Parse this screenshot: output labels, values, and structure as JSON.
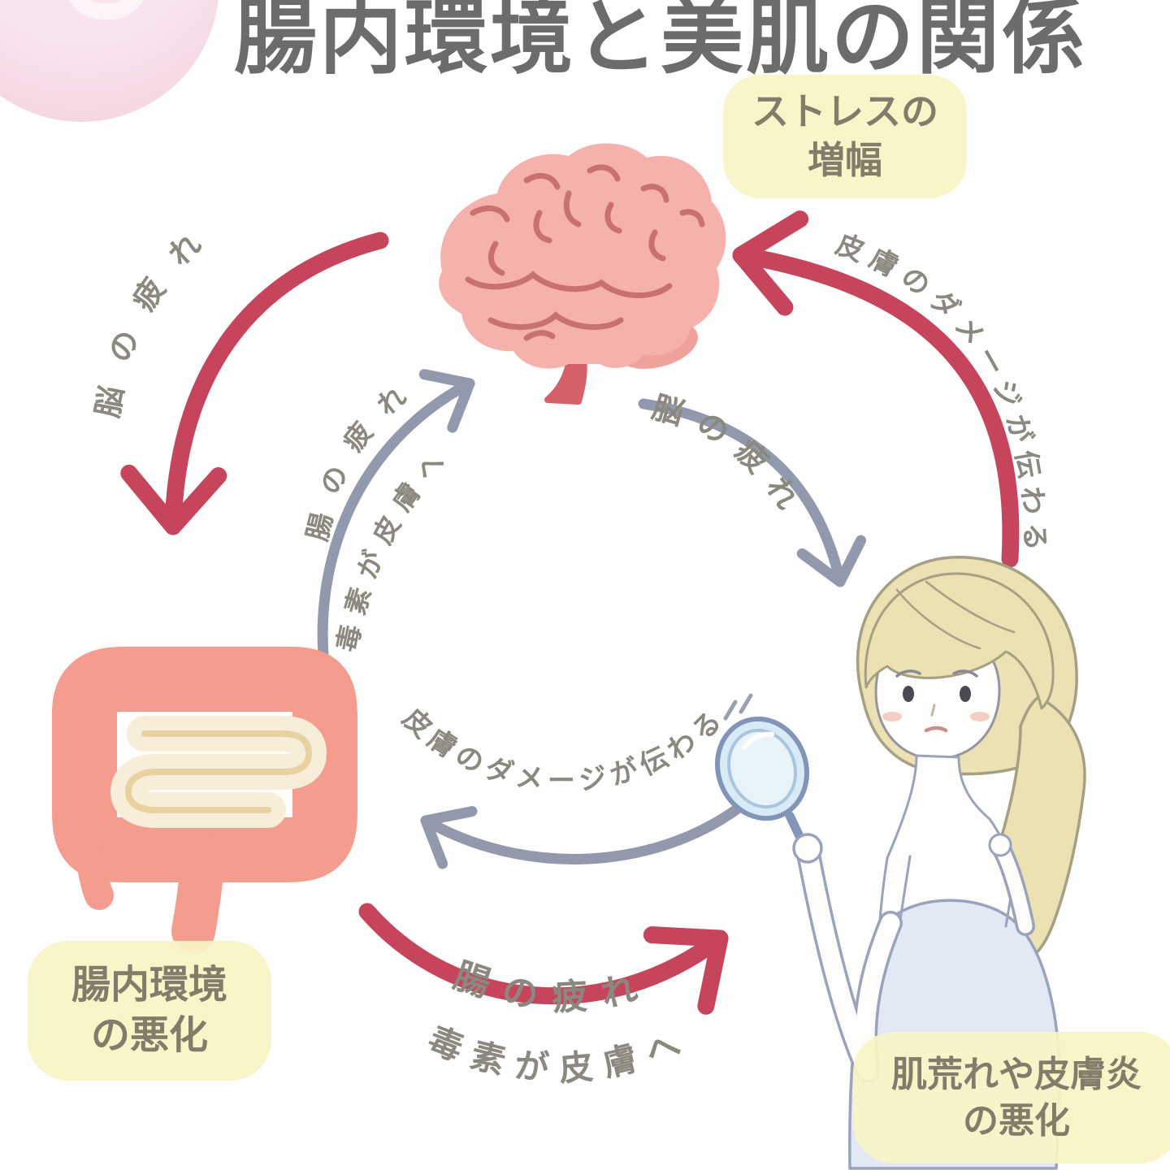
{
  "title": {
    "text": "腸内環境と美肌の関係"
  },
  "node_labels": {
    "stress": {
      "line1": "ストレスの",
      "line2": "増幅"
    },
    "gut": {
      "line1": "腸内環境",
      "line2": "の悪化"
    },
    "skin": {
      "line1": "肌荒れや皮膚炎",
      "line2": "の悪化"
    }
  },
  "cycle": {
    "outer_color": "#c7455c",
    "inner_color": "#9399ad",
    "label_color": "#8b897f",
    "outer_arrows": {
      "brain_to_gut": {
        "label": "脳の疲れ"
      },
      "gut_to_skin": {
        "label_line1": "腸の疲れ",
        "label_line2": "毒素が皮膚へ"
      },
      "skin_to_brain": {
        "label": "皮膚のダメージが伝わる"
      }
    },
    "inner_arrows": {
      "gut_to_brain": {
        "label_line1": "腸の疲れ",
        "label_line2": "毒素が皮膚へ"
      },
      "brain_to_skin": {
        "label": "脳の疲れ"
      },
      "skin_to_gut": {
        "label": "皮膚のダメージが伝わる"
      }
    }
  },
  "illustrations": {
    "brain": {
      "name": "brain-illustration",
      "body_color": "#f5b1ab",
      "line_color": "#c97073",
      "stem_color": "#d5606a"
    },
    "intestine": {
      "name": "intestine-illustration",
      "colon_color": "#f49c8e",
      "coil_color": "#f7edd8",
      "coil_line_color": "#e9d2a2"
    },
    "woman": {
      "name": "woman-with-mirror-illustration",
      "hair_color": "#ece1b3",
      "top_color": "#e2e9f5",
      "mirror_color": "#d8eaf5",
      "outline_color": "#99a3bc"
    }
  },
  "badge": {
    "color": "#f5d8e4"
  },
  "label_background": "#f8f5c5"
}
